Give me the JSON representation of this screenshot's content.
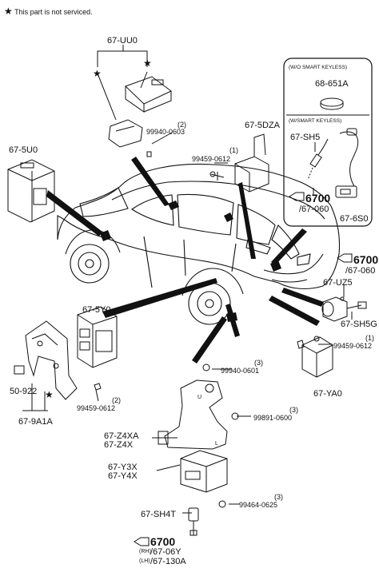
{
  "header": {
    "star": "★",
    "note": "This part is not serviced."
  },
  "parts": {
    "uu0": "67-UU0",
    "fiveu0": "67-5U0",
    "fivedza": "67-5DZA",
    "fivey0": "67-5Y0",
    "uz5": "67-UZ5",
    "sh5g": "67-SH5G",
    "ya0": "67-YA0",
    "p50922": "50-922",
    "nine_a1a": "67-9A1A",
    "z4xa": "67-Z4XA",
    "z4x": "67-Z4X",
    "y3x": "67-Y3X",
    "y4x": "67-Y4X",
    "sh4t": "67-SH4T",
    "p68651a": "68-651A",
    "sh5": "67-SH5",
    "six_s0": "67-6S0"
  },
  "bolts": [
    {
      "qty": "(2)",
      "num": "99940-0603"
    },
    {
      "qty": "(1)",
      "num": "99459-0612"
    },
    {
      "qty": "(2)",
      "num": "99459-0612"
    },
    {
      "qty": "(1)",
      "num": "99459-0612"
    },
    {
      "qty": "(3)",
      "num": "99940-0601"
    },
    {
      "qty": "(3)",
      "num": "99891-0600"
    },
    {
      "qty": "(3)",
      "num": "99464-0625"
    }
  ],
  "refs": {
    "keyless_top": {
      "num": "6700",
      "sub": "/67-060"
    },
    "right": {
      "num": "6700",
      "sub": "/67-060"
    },
    "bottom": {
      "num": "6700",
      "rh_tag": "(RH)",
      "rh": "/67-06Y",
      "lh_tag": "(LH)",
      "lh": "/67-130A"
    }
  },
  "keyless": {
    "wo_caption": "(W/O SMART KEYLESS)",
    "w_caption": "(W/SMART KEYLESS)"
  },
  "stars": [
    "★",
    "★",
    "★"
  ],
  "bracket_marks": {
    "u": "U",
    "l": "L"
  }
}
